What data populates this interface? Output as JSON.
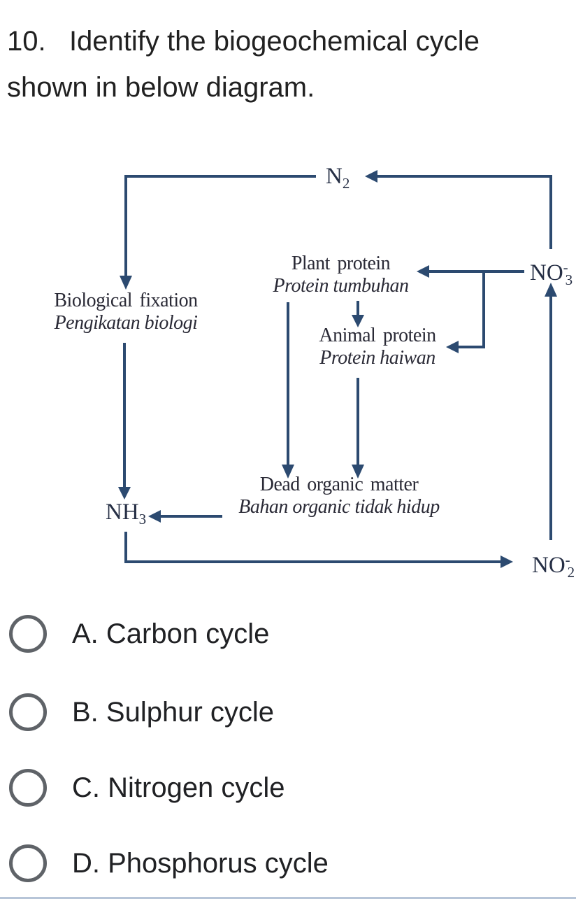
{
  "question": {
    "text": "10.   Identify the biogeochemical cycle shown in below diagram."
  },
  "diagram": {
    "line_color": "#2c4a70",
    "labels": {
      "n2": {
        "base": "N",
        "sub": "2"
      },
      "no3": {
        "base": "NO",
        "sup": "-",
        "sub": "3"
      },
      "no2": {
        "base": "NO",
        "sup": "-",
        "sub": "2"
      },
      "nh3": {
        "base": "NH",
        "sub": "3"
      },
      "biological_fixation": {
        "en": "Biological fixation",
        "ms": "Pengikatan biologi"
      },
      "plant_protein": {
        "en": "Plant protein",
        "ms": "Protein tumbuhan"
      },
      "animal_protein": {
        "en": "Animal protein",
        "ms": "Protein haiwan"
      },
      "dead_organic_matter": {
        "en": "Dead organic matter",
        "ms": "Bahan organic tidak hidup"
      }
    }
  },
  "options": [
    {
      "label": "A. Carbon cycle"
    },
    {
      "label": "B. Sulphur cycle"
    },
    {
      "label": "C. Nitrogen cycle"
    },
    {
      "label": "D. Phosphorus cycle"
    }
  ]
}
